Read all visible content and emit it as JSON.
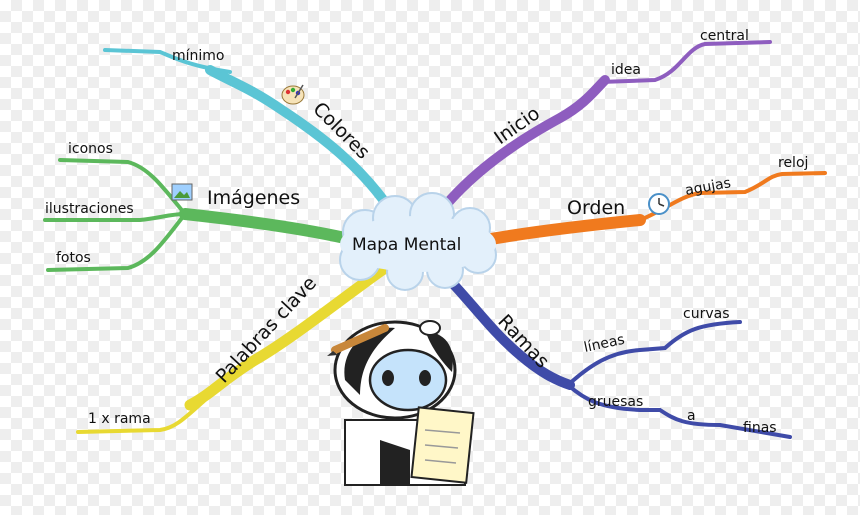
{
  "center": "Mapa Mental",
  "branches": {
    "colores": {
      "label": "Colores",
      "color": "#5BC5D5",
      "subs": [
        "mínimo"
      ]
    },
    "imagenes": {
      "label": "Imágenes",
      "color": "#5CB85C",
      "subs": [
        "iconos",
        "ilustraciones",
        "fotos"
      ]
    },
    "palabras": {
      "label": "Palabras clave",
      "color": "#E8D932",
      "subs": [
        "1 x rama"
      ]
    },
    "inicio": {
      "label": "Inicio",
      "color": "#8E5DBF",
      "subs": [
        "idea",
        "central"
      ]
    },
    "orden": {
      "label": "Orden",
      "color": "#F07A1E",
      "subs": [
        "agujas",
        "reloj"
      ]
    },
    "ramas": {
      "label": "Ramas",
      "color": "#3F4BA8",
      "subs": [
        "líneas",
        "curvas",
        "gruesas",
        "a",
        "finas"
      ]
    }
  }
}
